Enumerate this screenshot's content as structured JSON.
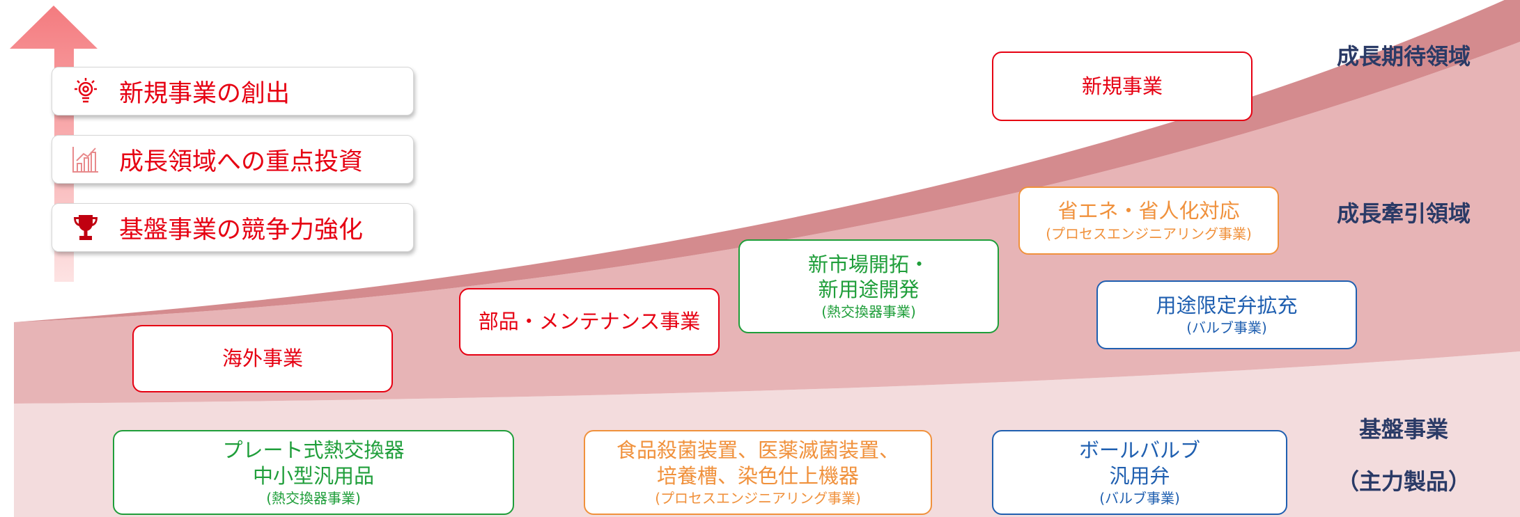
{
  "strategies": [
    {
      "label": "新規事業の創出",
      "icon": "lightbulb-icon"
    },
    {
      "label": "成長領域への重点投資",
      "icon": "bar-chart-icon"
    },
    {
      "label": "基盤事業の競争力強化",
      "icon": "trophy-icon"
    }
  ],
  "zones": {
    "growth_expected": "成長期待領域",
    "growth_driving": "成長牽引領域",
    "core_line1": "基盤事業",
    "core_line2": "（主力製品）"
  },
  "boxes": {
    "new_business": {
      "label": "新規事業"
    },
    "overseas": {
      "label": "海外事業"
    },
    "parts_maintenance": {
      "label": "部品・メンテナンス事業"
    },
    "new_market": {
      "line1": "新市場開拓・",
      "line2": "新用途開発",
      "sub": "(熱交換器事業)"
    },
    "energy_saving": {
      "label": "省エネ・省人化対応",
      "sub": "(プロセスエンジニアリング事業)"
    },
    "valve_expansion": {
      "label": "用途限定弁拡充",
      "sub": "(バルブ事業)"
    },
    "plate_heat": {
      "line1": "プレート式熱交換器",
      "line2": "中小型汎用品",
      "sub": "(熱交換器事業)"
    },
    "food_sterilization": {
      "line1": "食品殺菌装置、医薬滅菌装置、",
      "line2": "培養槽、染色仕上機器",
      "sub": "(プロセスエンジニアリング事業)"
    },
    "ball_valve": {
      "line1": "ボールバルブ",
      "line2": "汎用弁",
      "sub": "(バルブ事業)"
    }
  },
  "colors": {
    "red": "#e60012",
    "green": "#1f9e3a",
    "orange": "#f0913c",
    "blue": "#1f5fb0",
    "navy": "#2a3a66",
    "band_dark": "#d48b8e",
    "band_mid": "#e7b4b6",
    "band_light": "#f3dcdd"
  }
}
